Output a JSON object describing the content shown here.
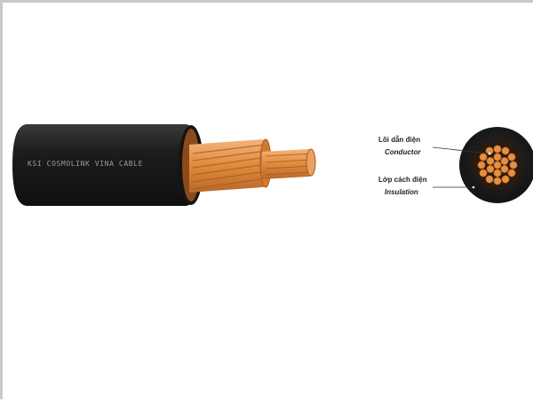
{
  "cable_side": {
    "jacket_print": "KSI COSMOLINK VINA CABLE",
    "jacket_color": "#1c1c1c",
    "conductor_color": "#e08a3c"
  },
  "cross_section": {
    "conductor": {
      "label_vn": "Lõi dẫn điện",
      "label_en": "Conductor"
    },
    "insulation": {
      "label_vn": "Lớp cách điện",
      "label_en": "Insulation"
    }
  }
}
